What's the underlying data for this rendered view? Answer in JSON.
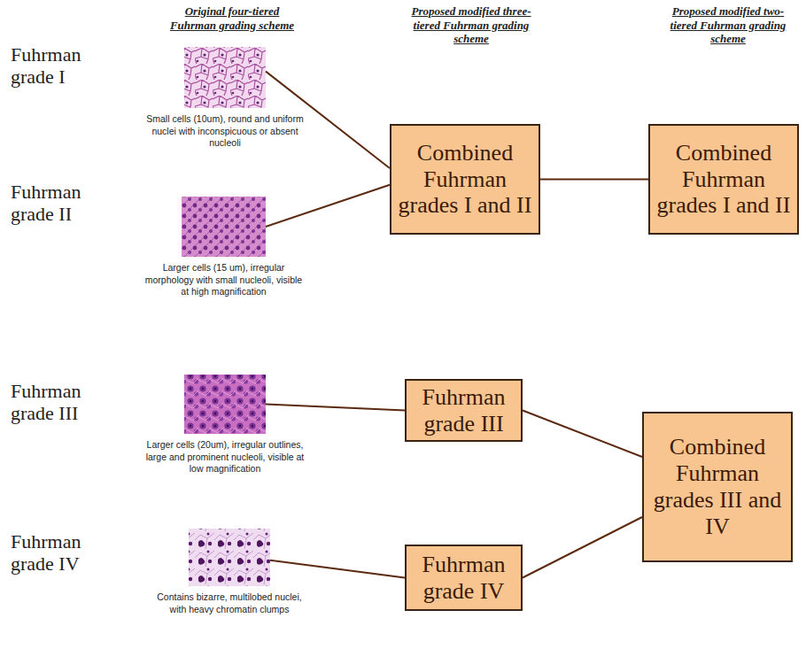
{
  "diagram": {
    "nodes": [
      {
        "text": [
          "Fuhrman grade I",
          "Small cells (10um), round and uniform nuclei with inconspicuous or absent nucleoli"
        ]
      },
      {
        "text": [
          "Fuhrman grade II",
          "Larger cells (15 um), irregular morphology with small nucleoli, visible at high magnification"
        ]
      },
      {
        "text": [
          "Fuhrman grade III",
          "Larger cells (20um), irregular outlines, large and prominent nucleoli, visible at low magnification"
        ]
      },
      {
        "text": [
          "Fuhrman grade IV",
          "Contains bizarre, multilobed nuclei, with heavy chromatin clumps"
        ]
      },
      {
        "text": [
          "Combined Fuhrman grades I and II"
        ]
      },
      {
        "text": [
          "Fuhrman grade III"
        ]
      },
      {
        "text": [
          "Fuhrman grade IV"
        ]
      },
      {
        "text": [
          "Combined Fuhrman grades I and II"
        ]
      },
      {
        "text": [
          "Combined Fuhrman grades III and IV"
        ]
      }
    ],
    "edges": [
      {
        "from": 0,
        "to": 4,
        "arrow": "none"
      },
      {
        "from": 1,
        "to": 4,
        "arrow": "none"
      },
      {
        "from": 4,
        "to": 7,
        "arrow": "none"
      },
      {
        "from": 2,
        "to": 5,
        "arrow": "none"
      },
      {
        "from": 3,
        "to": 6,
        "arrow": "none"
      },
      {
        "from": 5,
        "to": 8,
        "arrow": "none"
      },
      {
        "from": 6,
        "to": 8,
        "arrow": "none"
      }
    ],
    "labels": [
      "Original four-tiered Fuhrman grading scheme",
      "Proposed modified three-tiered Fuhrman grading scheme",
      "Proposed modified two-tiered Fuhrman grading scheme"
    ]
  }
}
